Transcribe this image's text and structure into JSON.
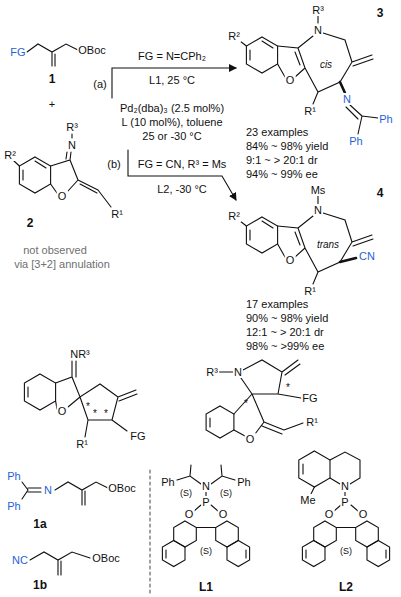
{
  "diagram": {
    "labels": [
      "FG",
      "OBoc",
      "1",
      "+",
      "R³",
      "N",
      "R²",
      "O",
      "R¹",
      "2",
      "not observed",
      "via [3+2] annulation",
      "(a)",
      "FG = N=CPh₂",
      "L1, 25 °C",
      "Pd₂(dba)₃ (2.5 mol%)",
      "L (10 mol%), toluene",
      "25 or -30 °C",
      "(b)",
      "FG = CN, R³ = Ms",
      "L2, -30 °C",
      "R²",
      "R³",
      "N",
      "O",
      "R¹",
      "cis",
      "N",
      "Ph",
      "Ph",
      "3",
      "23 examples",
      "84% ~ 98% yield",
      "9:1 ~ > 20:1 dr",
      "94% ~ 99% ee",
      "Ms",
      "N",
      "R²",
      "O",
      "R¹",
      "trans",
      "CN",
      "4",
      "17 examples",
      "90% ~ 98% yield",
      "12:1 ~ > 20:1 dr",
      "98% ~ >99% ee",
      "NR³",
      "O",
      "R¹",
      "FG",
      "R³",
      "N",
      "FG",
      "O",
      "R¹",
      "*",
      "*",
      "*",
      "*",
      "*",
      "Ph",
      "N",
      "Ph",
      "OBoc",
      "1a",
      "NC",
      "OBoc",
      "1b",
      "Ph",
      "(S)",
      "N",
      "(S)",
      "Ph",
      "P",
      "O",
      "O",
      "(S)",
      "L1",
      "N",
      "Me",
      "P",
      "O",
      "O",
      "(S)",
      "L2"
    ]
  }
}
